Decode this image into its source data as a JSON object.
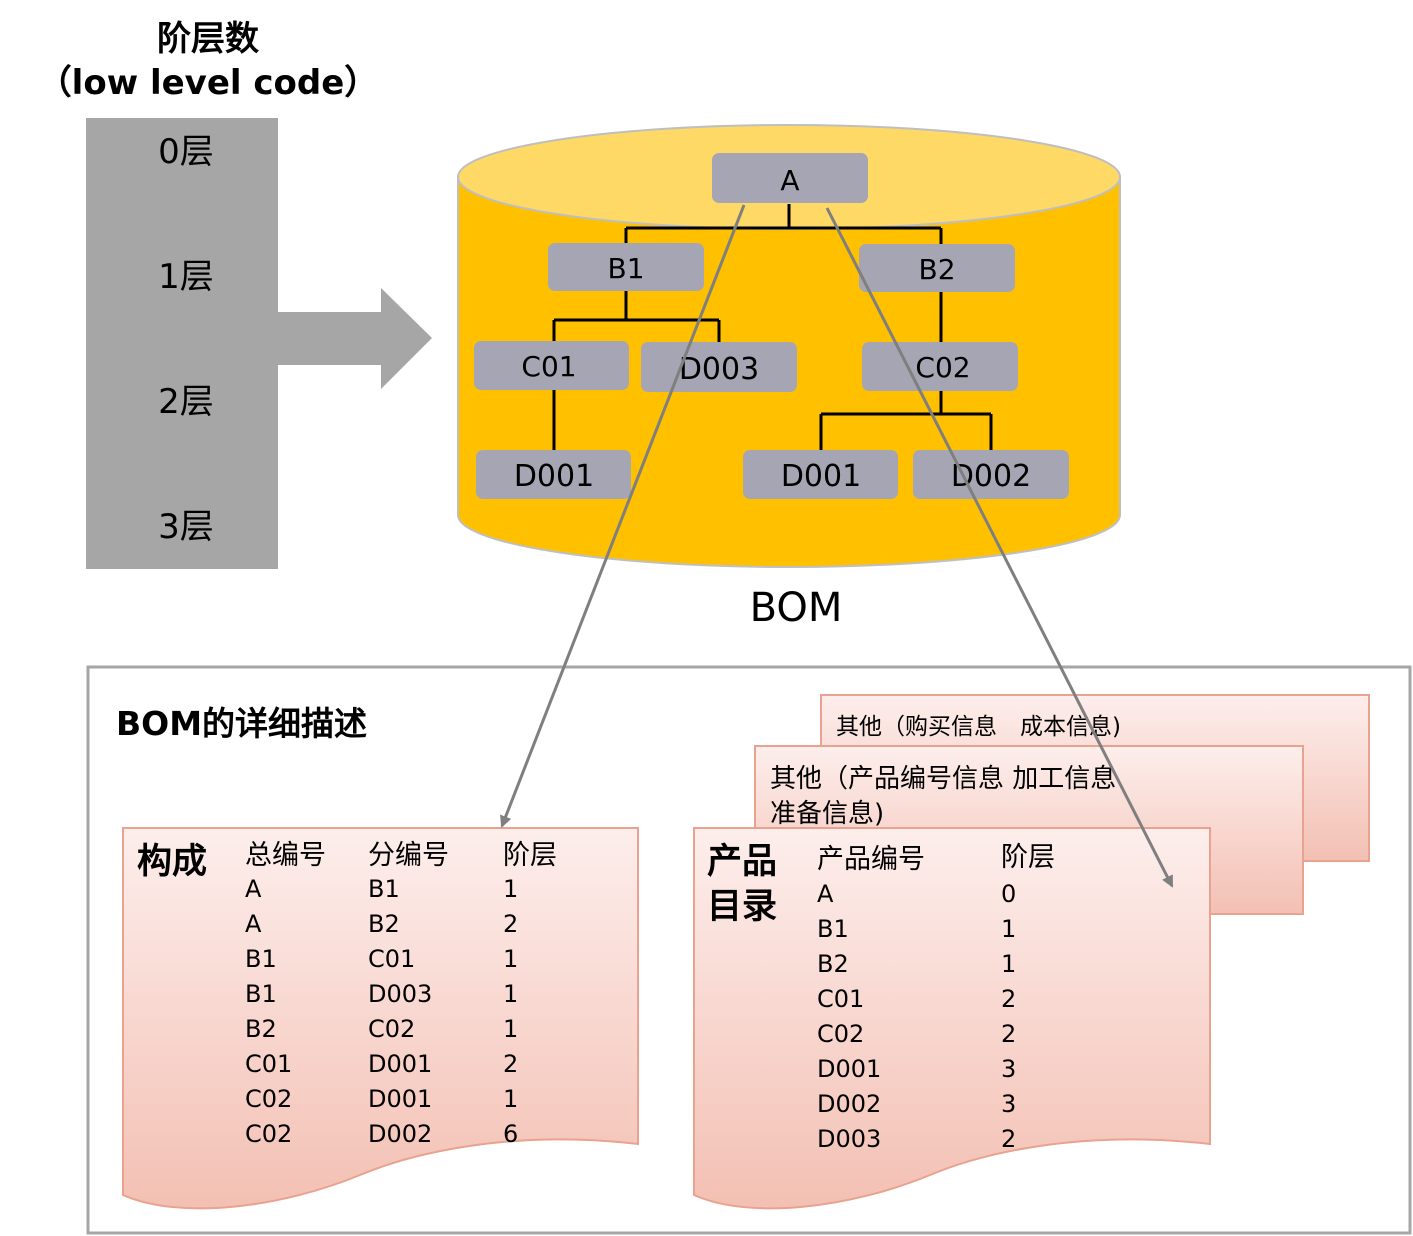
{
  "level_panel": {
    "title_line1": "阶层数",
    "title_line2": "（low level code）",
    "levels": [
      "0层",
      "1层",
      "2层",
      "3层"
    ]
  },
  "bom": {
    "label": "BOM",
    "nodes": {
      "A": "A",
      "B1": "B1",
      "B2": "B2",
      "C01": "C01",
      "D003": "D003",
      "C02": "C02",
      "D001_left": "D001",
      "D001_right": "D001",
      "D002": "D002"
    }
  },
  "detail": {
    "title": "BOM的详细描述",
    "structure": {
      "title": "构成",
      "headers": [
        "总编号",
        "分编号",
        "阶层"
      ],
      "rows": [
        [
          "A",
          "B1",
          "1"
        ],
        [
          "A",
          "B2",
          "2"
        ],
        [
          "B1",
          "C01",
          "1"
        ],
        [
          "B1",
          "D003",
          "1"
        ],
        [
          "B2",
          "C02",
          "1"
        ],
        [
          "C01",
          "D001",
          "2"
        ],
        [
          "C02",
          "D001",
          "1"
        ],
        [
          "C02",
          "D002",
          "6"
        ]
      ]
    },
    "catalog": {
      "title_line1": "产品",
      "title_line2": "目录",
      "headers": [
        "产品编号",
        "阶层"
      ],
      "rows": [
        [
          "A",
          "0"
        ],
        [
          "B1",
          "1"
        ],
        [
          "B2",
          "1"
        ],
        [
          "C01",
          "2"
        ],
        [
          "C02",
          "2"
        ],
        [
          "D001",
          "3"
        ],
        [
          "D002",
          "3"
        ],
        [
          "D003",
          "2"
        ]
      ]
    },
    "other_back": "其他（购买信息　成本信息)",
    "other_mid_line1": "其他（产品编号信息  加工信息",
    "other_mid_line2": "准备信息)"
  },
  "colors": {
    "cylinder_body": "#FFC000",
    "cylinder_top": "#FFD966",
    "node_fill": "#A6A5B3",
    "level_panel": "#A6A6A6",
    "doc_fill_top": "#FDEEEC",
    "doc_fill_bottom": "#F3C1B5",
    "doc_stroke": "#E9A28F",
    "arrow": "#7F7F7F"
  }
}
